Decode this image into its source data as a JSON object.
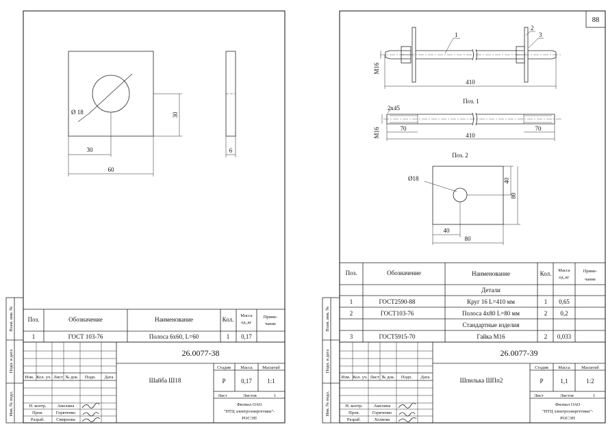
{
  "sheet1": {
    "drawing": {
      "hole_dim": "Ø 18",
      "height_half": "30",
      "width_half": "30",
      "width_full": "60",
      "thickness": "6"
    },
    "table_headers": {
      "pos": "Поз.",
      "designation": "Обозначение",
      "name": "Наименование",
      "qty": "Кол.",
      "mass_l1": "Масса",
      "mass_l2": "ед.,кг",
      "note_l1": "Приме-",
      "note_l2": "чание"
    },
    "rows": [
      {
        "pos": "1",
        "designation": "ГОСТ 103-76",
        "name": "Полоса 6х60, L=60",
        "qty": "1",
        "mass": "0,17",
        "note": ""
      }
    ],
    "doc_number": "26.0077-38",
    "title": "Шайба Ш18",
    "stage_label": "Стадия",
    "mass_label": "Масса",
    "scale_label": "Масштаб",
    "stage": "Р",
    "mass": "0,17",
    "scale": "1:1",
    "sheet_label": "Лист",
    "sheets_label": "Листов",
    "sheets": "1",
    "org_l1": "Филиал ОАО",
    "org_l2": "\"НТЦ электроэнергетики\"-",
    "org_l3": "РОСЭП",
    "change_headers": [
      "Изм.",
      "Кол. уч.",
      "Лист",
      "№ док.",
      "Подп.",
      "Дата"
    ],
    "people": [
      {
        "role": "Н. контр.",
        "name": "Амелина"
      },
      {
        "role": "Пров.",
        "name": "Горяченко"
      },
      {
        "role": "Разраб.",
        "name": "Смирнова"
      }
    ],
    "side_stamp": [
      "Взам. инв. №",
      "Подп. и дата",
      "Инв. № подл."
    ]
  },
  "sheet2": {
    "page_number": "88",
    "drawing": {
      "thread_label": "М16",
      "callout_1": "1",
      "callout_2": "2",
      "callout_3": "3",
      "length_top": "410",
      "pos1_caption": "Поз. 1",
      "chamfer": "2х45",
      "thread_len_left": "70",
      "thread_len_right": "70",
      "length_bottom": "410",
      "pos2_caption": "Поз. 2",
      "hole_dim": "Ø18",
      "side_half": "40",
      "side_full": "80",
      "bottom_half": "40",
      "bottom_full": "80"
    },
    "table_headers": {
      "pos": "Поз.",
      "designation": "Обозначение",
      "name": "Наименование",
      "qty": "Кол.",
      "mass_l1": "Масса",
      "mass_l2": "ед.,кг",
      "note_l1": "Приме-",
      "note_l2": "чание"
    },
    "section_details": "Детали",
    "section_standard": "Стандартные изделия",
    "rows": [
      {
        "pos": "1",
        "designation": "ГОСТ2590-88",
        "name": "Круг 16 L=410 мм",
        "qty": "1",
        "mass": "0,65",
        "note": ""
      },
      {
        "pos": "2",
        "designation": "ГОСТ103-76",
        "name": "Полоса 4х80 L=80 мм",
        "qty": "2",
        "mass": "0,2",
        "note": ""
      },
      {
        "pos": "3",
        "designation": "ГОСТ5915-70",
        "name": "Гайка М16",
        "qty": "2",
        "mass": "0,033",
        "note": ""
      }
    ],
    "doc_number": "26.0077-39",
    "title": "Шпилька ШПп2",
    "stage_label": "Стадия",
    "mass_label": "Масса",
    "scale_label": "Масштаб",
    "stage": "Р",
    "mass": "1,1",
    "scale": "1:2",
    "sheet_label": "Лист",
    "sheets_label": "Листов",
    "sheets": "1",
    "org_l1": "Филиал ОАО",
    "org_l2": "\"НТЦ электроэнергетики\"-",
    "org_l3": "РОСЭП",
    "change_headers": [
      "Изм.",
      "Кол. уч.",
      "Лист",
      "№ док.",
      "Подп.",
      "Дата"
    ],
    "people": [
      {
        "role": "Н. контр.",
        "name": "Амелина"
      },
      {
        "role": "Пров.",
        "name": "Горяченко"
      },
      {
        "role": "Разраб.",
        "name": "Холкова"
      }
    ],
    "side_stamp": [
      "Взам. инв. №",
      "Подп. и дата",
      "Инв. № подл."
    ]
  }
}
